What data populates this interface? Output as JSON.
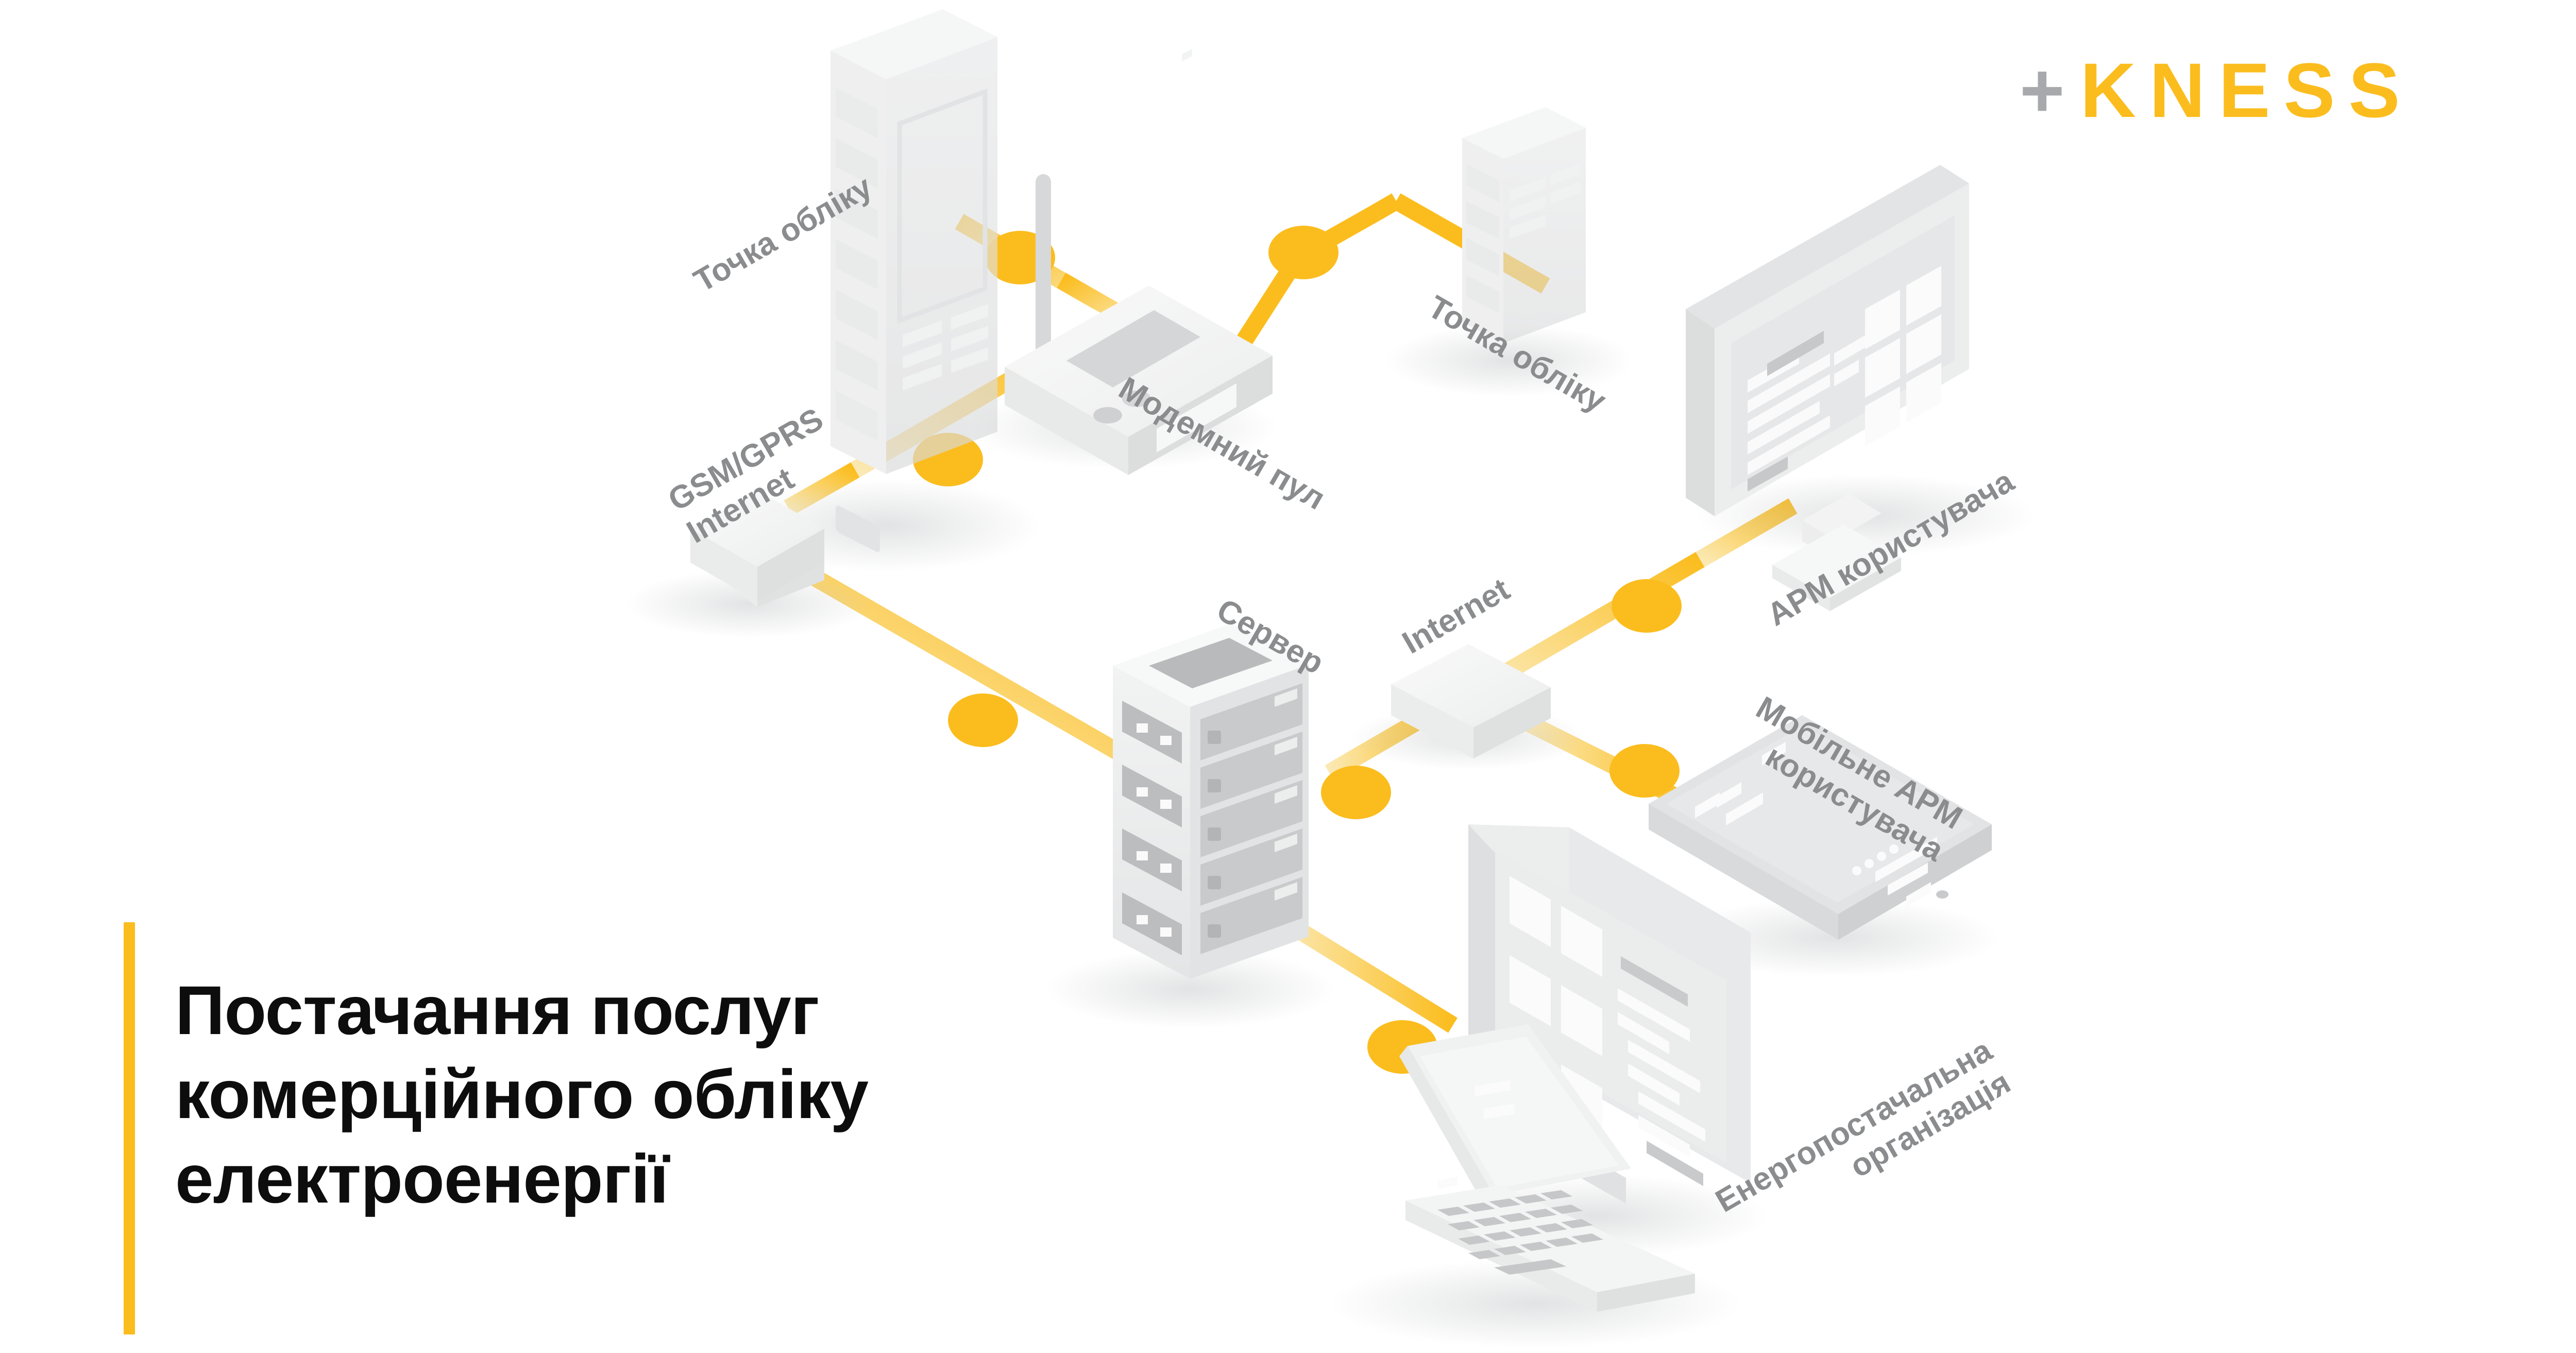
{
  "brand": {
    "logo_plus": "+",
    "logo_word": "KNESS",
    "accent_color": "#fbbd1e",
    "logo_plus_color": "#a7a9ac"
  },
  "title": {
    "lines": [
      "Постачання послуг",
      "комерційного обліку",
      "електроенергії"
    ],
    "full_text": "Постачання послуг комерційного обліку електроенергії",
    "color": "#0d0d0d",
    "rule_color": "#fbbd1e"
  },
  "diagram": {
    "style": "isometric network topology",
    "label_color": "#8a8c8e",
    "link_color_light": "#fbe9b4",
    "link_color_strong": "#fbbd1e",
    "node_color": "#fbbd1e",
    "device_color": "#e9eaeb",
    "labels": [
      {
        "id": "metering-point-1",
        "text": "Точка обліку",
        "rotation": -30
      },
      {
        "id": "modem-pool",
        "text": "Модемний пул",
        "rotation": 30
      },
      {
        "id": "metering-point-2",
        "text": "Точка обліку",
        "rotation": 30
      },
      {
        "id": "gsm-gprs",
        "line1": "GSM/GPRS",
        "line2": "Internet",
        "rotation": -30
      },
      {
        "id": "server",
        "text": "Сервер",
        "rotation": 30
      },
      {
        "id": "internet",
        "text": "Internet",
        "rotation": -30
      },
      {
        "id": "user-workstation",
        "text": "АРМ користувача",
        "rotation": -30
      },
      {
        "id": "mobile-workstation",
        "line1": "Мобільне АРМ",
        "line2": "користувача",
        "rotation": 30
      },
      {
        "id": "energy-supplier",
        "line1": "Енергопостачальна",
        "line2": "організація",
        "rotation": -30
      }
    ],
    "devices": [
      {
        "id": "metering-cabinet-1",
        "kind": "server-cabinet",
        "label": "Точка обліку"
      },
      {
        "id": "modem-pool-router",
        "kind": "router-with-antenna",
        "label": "Модемний пул"
      },
      {
        "id": "metering-cabinet-2",
        "kind": "server-cabinet",
        "label": "Точка обліку"
      },
      {
        "id": "gsm-gateway-box",
        "kind": "network-box",
        "label": "GSM/GPRS Internet"
      },
      {
        "id": "server-rack",
        "kind": "server-rack",
        "label": "Сервер"
      },
      {
        "id": "internet-box",
        "kind": "network-box",
        "label": "Internet"
      },
      {
        "id": "desktop-monitor",
        "kind": "monitor",
        "label": "АРМ користувача"
      },
      {
        "id": "tablet",
        "kind": "tablet",
        "label": "Мобільне АРМ користувача"
      },
      {
        "id": "office-monitor",
        "kind": "monitor",
        "label": "Енергопостачальна організація"
      },
      {
        "id": "laptop",
        "kind": "laptop",
        "label": "Енергопостачальна організація"
      }
    ],
    "connection_nodes": 8
  }
}
